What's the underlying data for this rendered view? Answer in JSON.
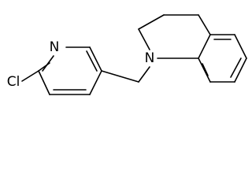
{
  "diagram": {
    "labels": {
      "chlorine": "Cl",
      "pyridine_nitrogen": "N",
      "amine_nitrogen": "N"
    },
    "colors": {
      "bond": "#000000",
      "text": "#000000",
      "background": "#ffffff"
    }
  }
}
